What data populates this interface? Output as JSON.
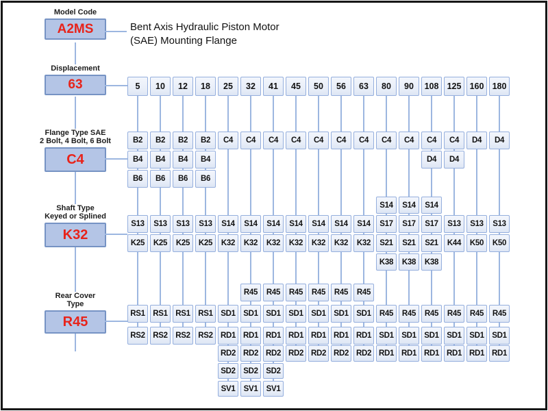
{
  "header": {
    "title_line1": "Bent Axis Hydraulic Piston Motor",
    "title_line2": "(SAE) Mounting Flange"
  },
  "left_panel": {
    "items": [
      {
        "label1": "Model Code",
        "label2": "",
        "value": "A2MS"
      },
      {
        "label1": "Displacement",
        "label2": "",
        "value": "63"
      },
      {
        "label1": "Flange Type SAE",
        "label2": "2 Bolt, 4 Bolt, 6 Bolt",
        "value": "C4"
      },
      {
        "label1": "Shaft Type",
        "label2": "Keyed or Splined",
        "value": "K32"
      },
      {
        "label1": "Rear Cover",
        "label2": "Type",
        "value": "R45"
      }
    ]
  },
  "colors": {
    "highlight_text": "#e8231a",
    "left_box_fill": "#b4c5e6",
    "left_box_border": "#7693c4",
    "cell_fill": "#e9eff9",
    "cell_border": "#94aedd",
    "connector": "#9cb6e0",
    "frame_border": "#161616"
  },
  "grid": {
    "columns": 17,
    "displacements": [
      "5",
      "10",
      "12",
      "18",
      "25",
      "32",
      "41",
      "45",
      "50",
      "56",
      "63",
      "80",
      "90",
      "108",
      "125",
      "160",
      "180"
    ],
    "rows": [
      {
        "name": "displacement",
        "segments": [
          {
            "col": 0,
            "labels": [
              "5",
              "10",
              "12",
              "18",
              "25",
              "32",
              "41",
              "45",
              "50",
              "56",
              "63",
              "80",
              "90",
              "108",
              "125",
              "160",
              "180"
            ]
          }
        ]
      },
      {
        "name": "flange-1",
        "segments": [
          {
            "col": 0,
            "labels": [
              "B2",
              "B2",
              "B2",
              "B2",
              "C4",
              "C4",
              "C4",
              "C4",
              "C4",
              "C4",
              "C4",
              "C4",
              "C4",
              "C4",
              "C4",
              "D4",
              "D4"
            ]
          }
        ]
      },
      {
        "name": "flange-2",
        "segments": [
          {
            "col": 0,
            "labels": [
              "B4",
              "B4",
              "B4",
              "B4"
            ]
          },
          {
            "col": 13,
            "labels": [
              "D4",
              "D4"
            ]
          }
        ]
      },
      {
        "name": "flange-3",
        "segments": [
          {
            "col": 0,
            "labels": [
              "B6",
              "B6",
              "B6",
              "B6"
            ]
          }
        ]
      },
      {
        "name": "shaft-upper",
        "segments": [
          {
            "col": 11,
            "labels": [
              "S14",
              "S14",
              "S14"
            ]
          }
        ]
      },
      {
        "name": "shaft-1",
        "segments": [
          {
            "col": 0,
            "labels": [
              "S13",
              "S13",
              "S13",
              "S13",
              "S14",
              "S14",
              "S14",
              "S14",
              "S14",
              "S14",
              "S14",
              "S17",
              "S17",
              "S17",
              "S13",
              "S13",
              "S13"
            ]
          }
        ]
      },
      {
        "name": "shaft-2",
        "segments": [
          {
            "col": 0,
            "labels": [
              "K25",
              "K25",
              "K25",
              "K25",
              "K32",
              "K32",
              "K32",
              "K32",
              "K32",
              "K32",
              "K32",
              "S21",
              "S21",
              "S21",
              "K44",
              "K50",
              "K50"
            ]
          }
        ]
      },
      {
        "name": "shaft-lower",
        "segments": [
          {
            "col": 11,
            "labels": [
              "K38",
              "K38",
              "K38"
            ]
          }
        ]
      },
      {
        "name": "rear-upper",
        "segments": [
          {
            "col": 5,
            "labels": [
              "R45",
              "R45",
              "R45",
              "R45",
              "R45",
              "R45"
            ]
          }
        ]
      },
      {
        "name": "rear-1",
        "segments": [
          {
            "col": 0,
            "labels": [
              "RS1",
              "RS1",
              "RS1",
              "RS1",
              "SD1",
              "SD1",
              "SD1",
              "SD1",
              "SD1",
              "SD1",
              "SD1",
              "R45",
              "R45",
              "R45",
              "R45",
              "R45",
              "R45"
            ]
          }
        ]
      },
      {
        "name": "rear-2",
        "segments": [
          {
            "col": 0,
            "labels": [
              "RS2",
              "RS2",
              "RS2",
              "RS2",
              "RD1",
              "RD1",
              "RD1",
              "RD1",
              "RD1",
              "RD1",
              "RD1",
              "SD1",
              "SD1",
              "SD1",
              "SD1",
              "SD1",
              "SD1"
            ]
          }
        ]
      },
      {
        "name": "rear-3",
        "segments": [
          {
            "col": 4,
            "labels": [
              "RD2",
              "RD2",
              "RD2",
              "RD2",
              "RD2",
              "RD2",
              "RD2",
              "RD1",
              "RD1",
              "RD1",
              "RD1",
              "RD1",
              "RD1"
            ]
          }
        ]
      },
      {
        "name": "rear-4",
        "segments": [
          {
            "col": 4,
            "labels": [
              "SD2",
              "SD2",
              "SD2"
            ]
          }
        ]
      },
      {
        "name": "rear-5",
        "segments": [
          {
            "col": 4,
            "labels": [
              "SV1",
              "SV1",
              "SV1"
            ]
          }
        ]
      }
    ]
  }
}
